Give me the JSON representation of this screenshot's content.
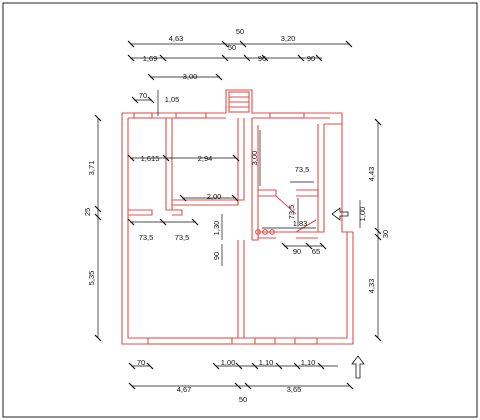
{
  "colors": {
    "wall": "#e0504c",
    "dimension": "#111111",
    "background": "#ffffff",
    "frame": "#222222"
  },
  "icons": {
    "north": "up-arrow-icon",
    "entrance": "left-arrow-icon"
  },
  "top_dims": {
    "total": "50",
    "left_span": "4,63",
    "mid_gap": "50",
    "right_span": "3,20",
    "a": "1,69",
    "b": "96",
    "c": "90",
    "d": "3,00",
    "e": "70",
    "f": "1,05"
  },
  "interior": {
    "w1": "1,615",
    "w2": "2,94",
    "h_room": "3,00",
    "w_corr": "2,00",
    "w_bath": "73,5",
    "h_bath": "73,5",
    "w_hall": "1,83",
    "h_door": "1,30",
    "h_90": "90",
    "pair_left": "73,5",
    "pair_right": "73,5",
    "w90": "90",
    "w65": "65"
  },
  "left_dims": {
    "top": "3,71",
    "mid": "25",
    "bottom": "5,35"
  },
  "right_dims": {
    "top": "4,43",
    "door": "1,00",
    "gap": "30",
    "bottom": "4,33"
  },
  "bottom_dims": {
    "w70": "70",
    "w100": "1,00",
    "w110a": "1,10",
    "w110b": "1,10",
    "left": "4,67",
    "right": "3,65",
    "mid": "50"
  }
}
